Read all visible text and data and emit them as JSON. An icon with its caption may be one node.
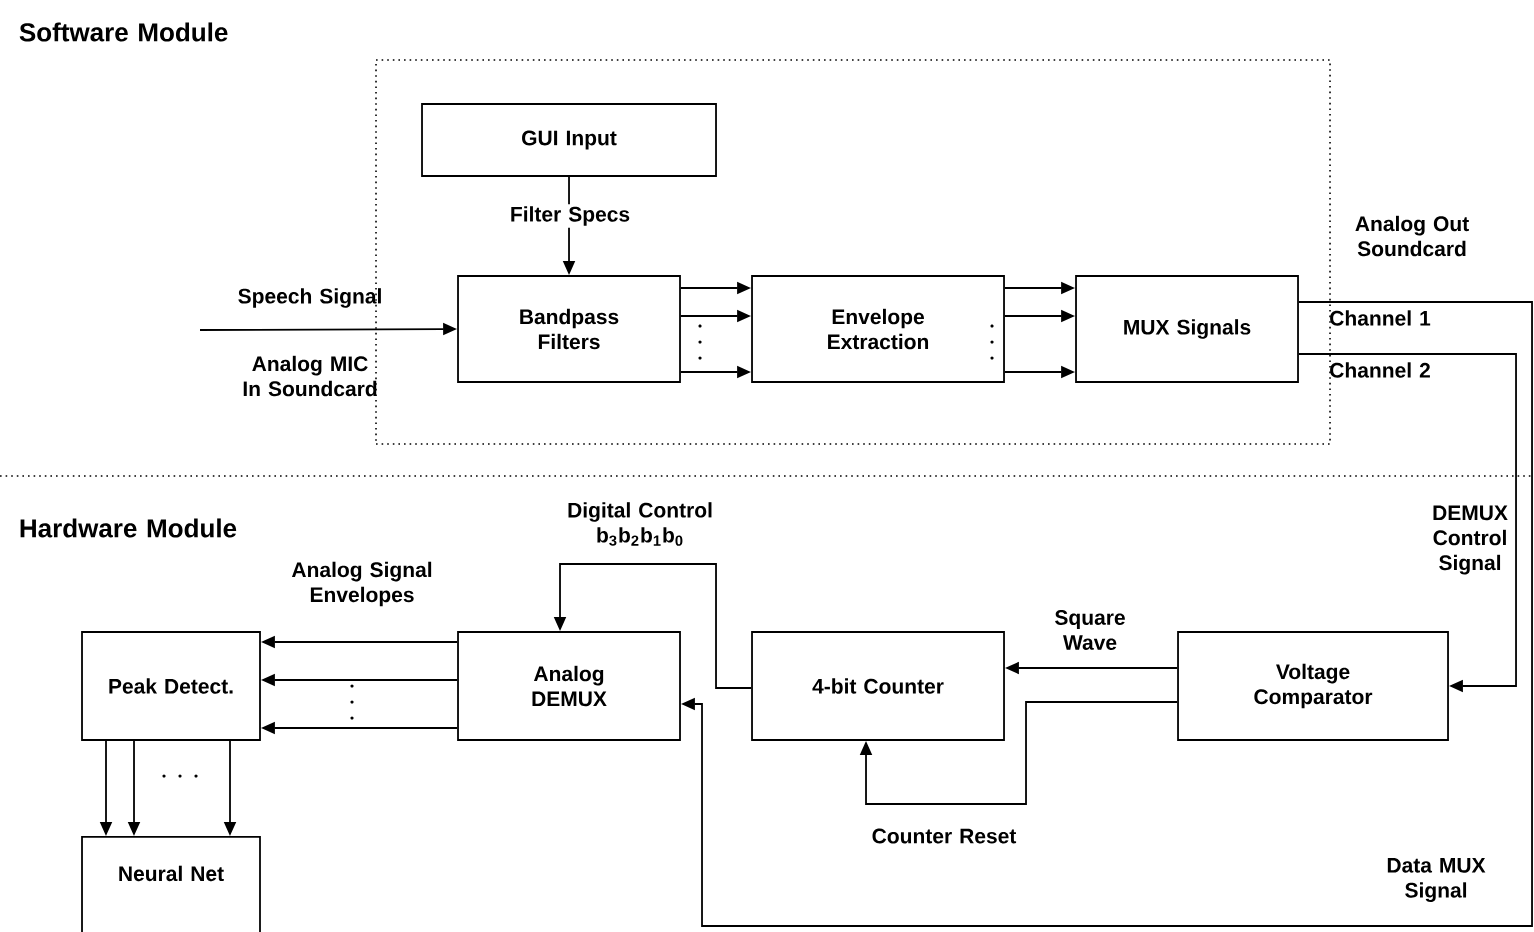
{
  "diagram": {
    "nodes": [
      {
        "text": [],
        "shape": "box"
      },
      {
        "text": [
          "GUI Input"
        ],
        "in": 0
      },
      {
        "text": [
          "Bandpass Filters"
        ],
        "in": 0
      },
      {
        "text": [
          "Envelope Extraction"
        ],
        "in": 0
      },
      {
        "text": [
          "MUX Signals"
        ],
        "in": 0
      },
      {
        "text": [
          "Peak Detect."
        ]
      },
      {
        "text": [
          "Neural Net"
        ]
      },
      {
        "text": [
          "Analog DEMUX"
        ]
      },
      {
        "text": [
          "4-bit Counter"
        ]
      },
      {
        "text": [
          "Voltage Comparator"
        ]
      }
    ],
    "edges": [
      {
        "from": null,
        "to": 2,
        "arrow": "to",
        "label": "Speech Signal"
      },
      {
        "from": 1,
        "to": 2,
        "arrow": "to",
        "label": "Filter Specs"
      },
      {
        "from": 2,
        "to": 3,
        "arrow": "to"
      },
      {
        "from": 2,
        "to": 3,
        "arrow": "to"
      },
      {
        "from": 2,
        "to": 3,
        "arrow": "to"
      },
      {
        "from": 3,
        "to": 4,
        "arrow": "to"
      },
      {
        "from": 3,
        "to": 4,
        "arrow": "to"
      },
      {
        "from": 3,
        "to": 4,
        "arrow": "to"
      },
      {
        "from": 4,
        "to": 7,
        "arrow": "to",
        "label": "Channel 1"
      },
      {
        "from": 4,
        "to": 9,
        "arrow": "to",
        "label": "Channel 2"
      },
      {
        "from": 9,
        "to": 8,
        "arrow": "to",
        "label": "Square Wave"
      },
      {
        "from": 9,
        "to": 8,
        "arrow": "to",
        "label": "Counter Reset"
      },
      {
        "from": 8,
        "to": 7,
        "arrow": "to",
        "label": "Digital Control b$_{3}$b$_{2}$b$_{1}$b$_{0}$"
      },
      {
        "from": 7,
        "to": 5,
        "arrow": "to"
      },
      {
        "from": 7,
        "to": 5,
        "arrow": "to"
      },
      {
        "from": 7,
        "to": 5,
        "arrow": "to"
      },
      {
        "from": 5,
        "to": 6,
        "arrow": "to"
      },
      {
        "from": 5,
        "to": 6,
        "arrow": "to"
      },
      {
        "from": 5,
        "to": 6,
        "arrow": "to"
      }
    ],
    "labels": [
      "Software Module",
      "Analog Out Soundcard",
      "Analog MIC In Soundcard",
      "Hardware Module",
      "DEMUX Control Signal",
      "Analog Signal Envelopes",
      "Data MUX Signal"
    ]
  }
}
